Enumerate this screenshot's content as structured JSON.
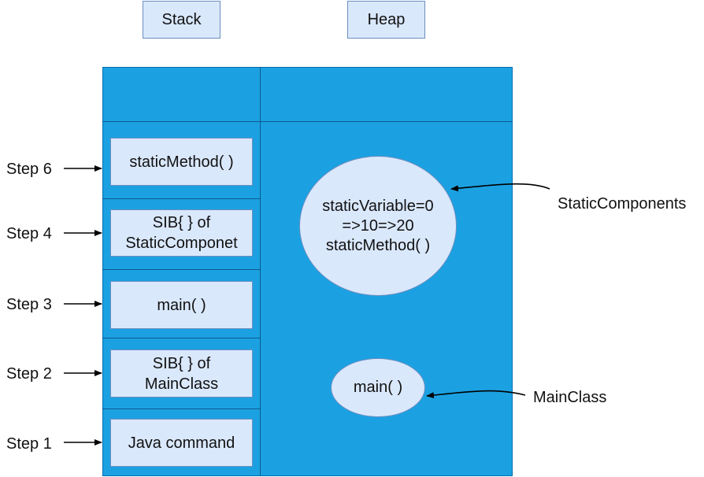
{
  "headers": {
    "stack": "Stack",
    "heap": "Heap"
  },
  "stack_frames": [
    {
      "line1": "staticMethod( )",
      "line2": ""
    },
    {
      "line1": "SIB{ } of",
      "line2": "StaticComponet"
    },
    {
      "line1": "main( )",
      "line2": ""
    },
    {
      "line1": "SIB{ } of",
      "line2": "MainClass"
    },
    {
      "line1": "Java command",
      "line2": ""
    }
  ],
  "steps": [
    "Step 6",
    "Step 4",
    "Step 3",
    "Step 2",
    "Step 1"
  ],
  "heap_objects": {
    "static_components": {
      "line1": "staticVariable=0",
      "line2": "=>10=>20",
      "line3": "staticMethod( )"
    },
    "main_class": {
      "label": "main( )"
    }
  },
  "side_labels": {
    "static_components": "StaticComponents",
    "main_class": "MainClass"
  },
  "colors": {
    "container_fill": "#1ba1e2",
    "box_fill": "#dae8fc",
    "box_stroke": "#6c8ebf"
  }
}
